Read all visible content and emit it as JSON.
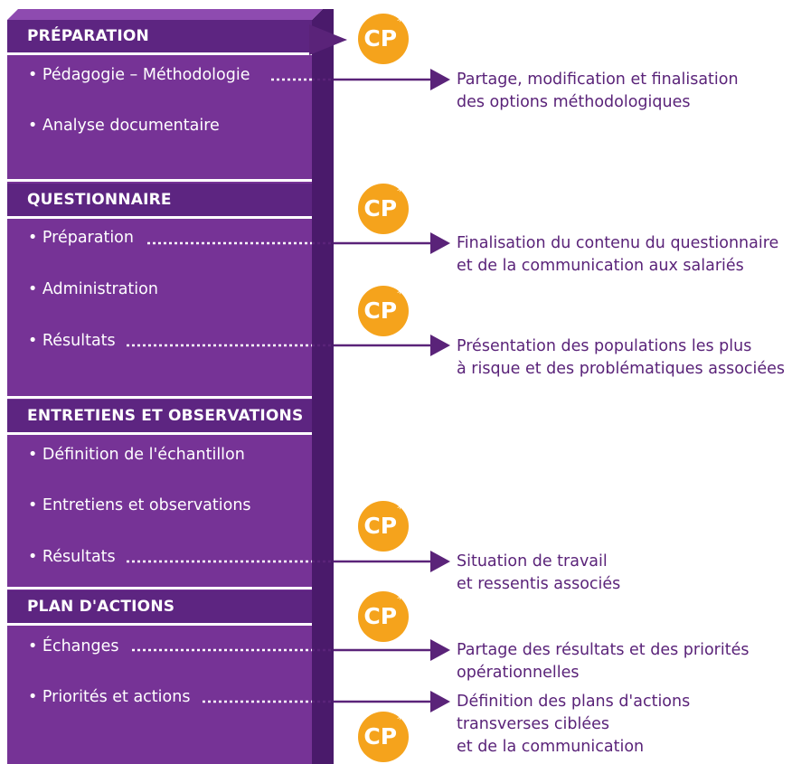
{
  "sections": [
    {
      "title": "PRÉPARATION",
      "items": [
        "• Pédagogie – Méthodologie",
        "• Analyse documentaire"
      ]
    },
    {
      "title": "QUESTIONNAIRE",
      "items": [
        "• Préparation",
        "• Administration",
        "• Résultats"
      ]
    },
    {
      "title": "ENTRETIENS ET OBSERVATIONS",
      "items": [
        "• Définition de l'échantillon",
        "• Entretiens et observations",
        "• Résultats"
      ]
    },
    {
      "title": "PLAN D'ACTIONS",
      "items": [
        "• Échanges",
        "• Priorités et actions"
      ]
    }
  ],
  "badge": {
    "label": "CP",
    "mark": "*"
  },
  "outcomes": [
    {
      "line1": "Partage, modification et finalisation",
      "line2": "des options méthodologiques"
    },
    {
      "line1": "Finalisation du contenu du questionnaire",
      "line2": "et de la communication aux salariés"
    },
    {
      "line1": "Présentation des populations les plus",
      "line2": "à risque et des problématiques associées"
    },
    {
      "line1": "Situation de travail",
      "line2": "et ressentis associés"
    },
    {
      "line1": "Partage des résultats et des priorités",
      "line2": "opérationnelles"
    },
    {
      "line1": "Définition des plans d'actions",
      "line2": "transverses ciblées",
      "line3": "et de la communication"
    }
  ],
  "colors": {
    "column": "#763396",
    "title_band": "#5d2581",
    "side": "#4a1a6b",
    "badge": "#f5a31c",
    "text": "#5a2379"
  }
}
